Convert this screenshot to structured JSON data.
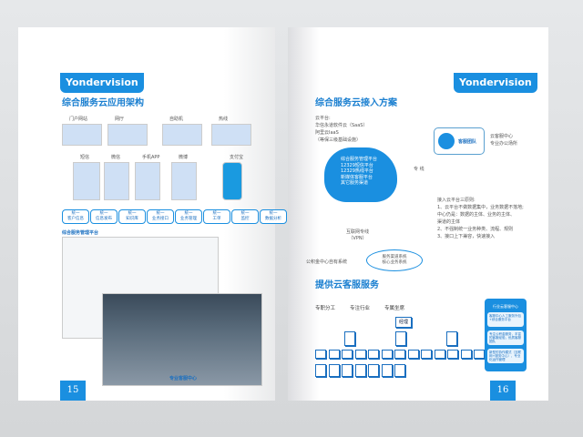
{
  "left": {
    "logo": "Yondervision",
    "title": "综合服务云应用架构",
    "page": "15",
    "channels": [
      "门户网站",
      "网厅",
      "自助机",
      "热线",
      "短信",
      "微信",
      "手机APP",
      "微博",
      "支付宝"
    ],
    "pills": [
      [
        "统一",
        "客户信息"
      ],
      [
        "统一",
        "信息发布"
      ],
      [
        "统一",
        "知识库"
      ],
      [
        "统一",
        "业务接口"
      ],
      [
        "统一",
        "业务管理"
      ],
      [
        "统一",
        "工单"
      ],
      [
        "统一",
        "监控"
      ],
      [
        "统一",
        "数据分析"
      ]
    ],
    "platform": "综合服务管理平台",
    "caption": "专业客服中心"
  },
  "right": {
    "logo": "Yondervision",
    "title": "综合服务云接入方案",
    "page": "16",
    "cloud_notes": [
      "云平台:",
      "华信永道软件云（SaaS）",
      "阿里云IaaS",
      "（等保三级基础设施）"
    ],
    "cloud_lines": [
      "综合服务管理平台",
      "12329短信平台",
      "12329热线平台",
      "新媒体客服平台",
      "其它服务渠道"
    ],
    "team": "客服团队",
    "team_note": [
      "云客服中心",
      "专业办公场所"
    ],
    "line_label": "专 线",
    "vpn": [
      "互联网专线",
      "（VPN）"
    ],
    "own": "公积金中心自有系统",
    "ellipse": [
      "服务渠道系统",
      "核心业务系统"
    ],
    "principles": [
      "接入云平台三原则:",
      "1、云平台不做数据集中，业务数据不落地;",
      "中心仍是：数据的主体、业务的主体、",
      "渠道的主体",
      "2、不强制统一业务种类、流程、规则",
      "3、接口上下兼容，快速接入"
    ],
    "title2": "提供云客服服务",
    "features": [
      "专职分工",
      "专注行业",
      "专属坐席"
    ],
    "org_root": "经理",
    "side_title": "行业云客服中心",
    "side_items": [
      "客服中心人工服务外包+综合服务平台",
      "专注公积金服务，丰富的客服经验，优质客服团队",
      "新型的协作模式（互联网+服务中心），专业化运作管理"
    ]
  }
}
